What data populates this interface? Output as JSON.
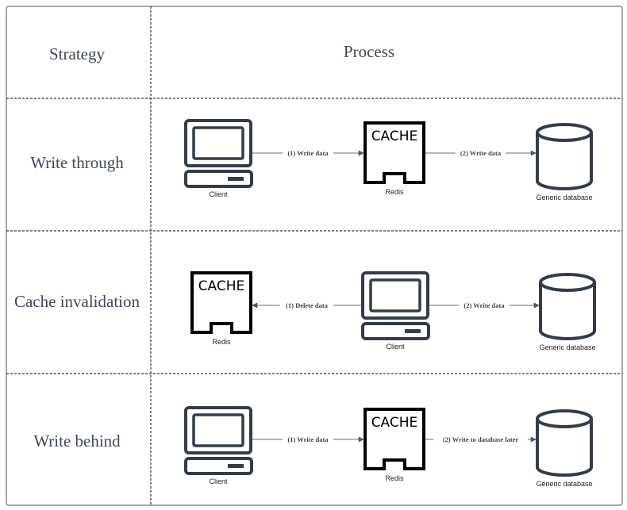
{
  "table": {
    "header_strategy": "Strategy",
    "header_process": "Process"
  },
  "rows": [
    {
      "strategy": "Write through",
      "nodes": [
        {
          "type": "client",
          "label": "Client"
        },
        {
          "type": "cache",
          "text": "CACHE",
          "label": "Redis"
        },
        {
          "type": "database",
          "label": "Generic database"
        }
      ],
      "edges": [
        {
          "label": "(1) Write data",
          "direction": "right"
        },
        {
          "label": "(2) Write data",
          "direction": "right"
        }
      ]
    },
    {
      "strategy": "Cache invalidation",
      "nodes": [
        {
          "type": "cache",
          "text": "CACHE",
          "label": "Redis"
        },
        {
          "type": "client",
          "label": "Client"
        },
        {
          "type": "database",
          "label": "Generic database"
        }
      ],
      "edges": [
        {
          "label": "(1) Delete data",
          "direction": "left"
        },
        {
          "label": "(2) Write data",
          "direction": "right"
        }
      ]
    },
    {
      "strategy": "Write behind",
      "nodes": [
        {
          "type": "client",
          "label": "Client"
        },
        {
          "type": "cache",
          "text": "CACHE",
          "label": "Redis"
        },
        {
          "type": "database",
          "label": "Generic database"
        }
      ],
      "edges": [
        {
          "label": "(1) Write data",
          "direction": "right"
        },
        {
          "label": "(2) Write to database later",
          "direction": "right"
        }
      ]
    }
  ]
}
